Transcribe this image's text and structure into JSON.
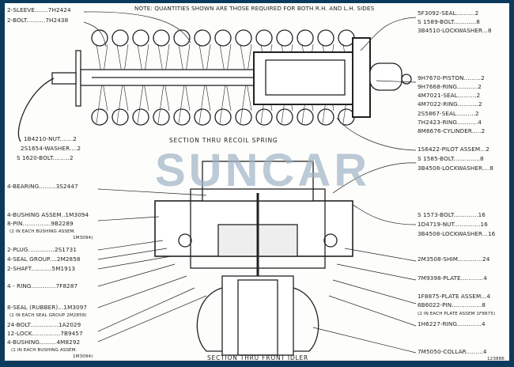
{
  "note": "NOTE: QUANTITIES SHOWN ARE THOSE REQUIRED FOR BOTH R.H. AND L.H. SIDES",
  "captions": {
    "recoil": "SECTION THRU RECOIL SPRING",
    "idler": "SECTION THRU FRONT IDLER",
    "figure_no": "123886"
  },
  "watermark": "SUNCAR",
  "recoil_left": [
    "2-SLEEVE.......7H2424",
    "2-BOLT..........7H2438"
  ],
  "recoil_left_low": [
    "1B4210-NUT.......2",
    "2S1654-WASHER....2",
    "S 1620-BOLT.........2"
  ],
  "recoil_right": [
    "5F3092-SEAL..........2",
    "S 1589-BOLT............8",
    "3B4510-LOCKWASHER...8",
    "9H7670-PISTON.........2",
    "9H7668-RING...........2",
    "4M7021-SEAL..........2",
    "4M7022-RING...........2",
    "2S5867-SEAL..........2",
    "7H2423-RING...........4",
    "8M6676-CYLINDER.....2",
    "1S6422-PILOT ASSEM...2",
    "S 1585-BOLT..............8",
    "3B4508-LOCKWASHER....8"
  ],
  "idler_left": [
    "4-BEARING.........3S2447",
    "4-BUSHING ASSEM..1M3094",
    "8-PIN...............9B2289",
    "(2 IN EACH BUSHING ASSEM.",
    "1M3094)",
    "2-PLUG..............2S1731",
    "4-SEAL GROUP....2M2858",
    "2-SHAFT...........5M1913",
    "4 - RING.............7F8287",
    "8-SEAL (RUBBER)...1M3097",
    "(2 IN EACH SEAL GROUP 2M2858)",
    "24-BOLT...............1A2029",
    "12-LOCK...............7B9457",
    "4-BUSHING.........4M8292",
    "(1 IN EACH BUSHING ASSEM.",
    "1M3094)"
  ],
  "idler_right": [
    "S 1573-BOLT.............16",
    "1D4719-NUT..............16",
    "3B4508-LOCKWASHER...16",
    "2M3508-SHIM.............24",
    "7M9398-PLATE............4",
    "1F8875-PLATE ASSEM...4",
    "6B6022-PIN................8",
    "(2 IN EACH PLATE ASSEM 1F8875)",
    "1H6227-RING.............4",
    "7M5050-COLLAR.........4"
  ]
}
